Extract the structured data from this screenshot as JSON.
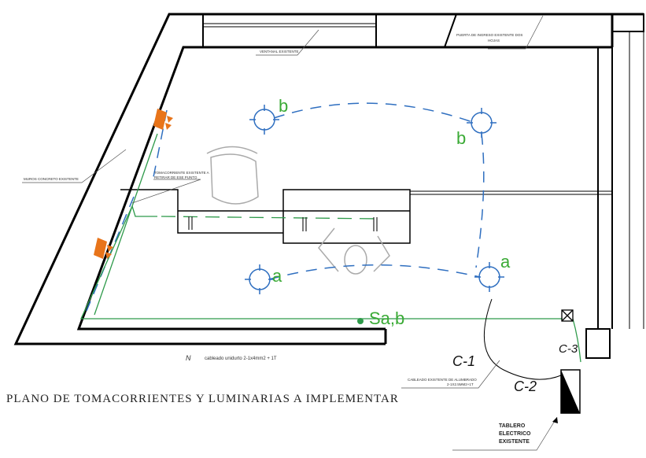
{
  "title": "PLANO DE TOMACORRIENTES Y LUMINARIAS A IMPLEMENTAR",
  "notes": {
    "window": "VENTANAL EXISTENTE",
    "door": [
      "PUERTA DE INGRESO EXISTENTE DOS",
      "HOJAS"
    ],
    "walls": "MUROS CONCRETO EXISTENTE",
    "outlet": [
      "TOMACORRIENTE EXISTENTE A",
      "RETIRAR DE ESE PUNTO"
    ],
    "cable_new": "cableado unidurto 2-1x4mm2 + 1T",
    "cable_existing": [
      "CABLEADO EXISTENTE DE ALUMBRADO",
      "2-1X2.5MM2+1T"
    ],
    "north": "N",
    "panel": [
      "TABLERO",
      "ELECTRICO",
      "EXISTENTE"
    ]
  },
  "luminaires": [
    {
      "label": "b"
    },
    {
      "label": "b"
    },
    {
      "label": "a"
    },
    {
      "label": "a"
    }
  ],
  "switch_label": "Sa,b",
  "circuits": [
    "C-1",
    "C-2",
    "C-3"
  ],
  "colors": {
    "wall": "#000000",
    "lighting": "#2f6fc0",
    "wiring": "#2e9a4a",
    "outlet": "#e8741a",
    "label": "#3aaa35"
  }
}
